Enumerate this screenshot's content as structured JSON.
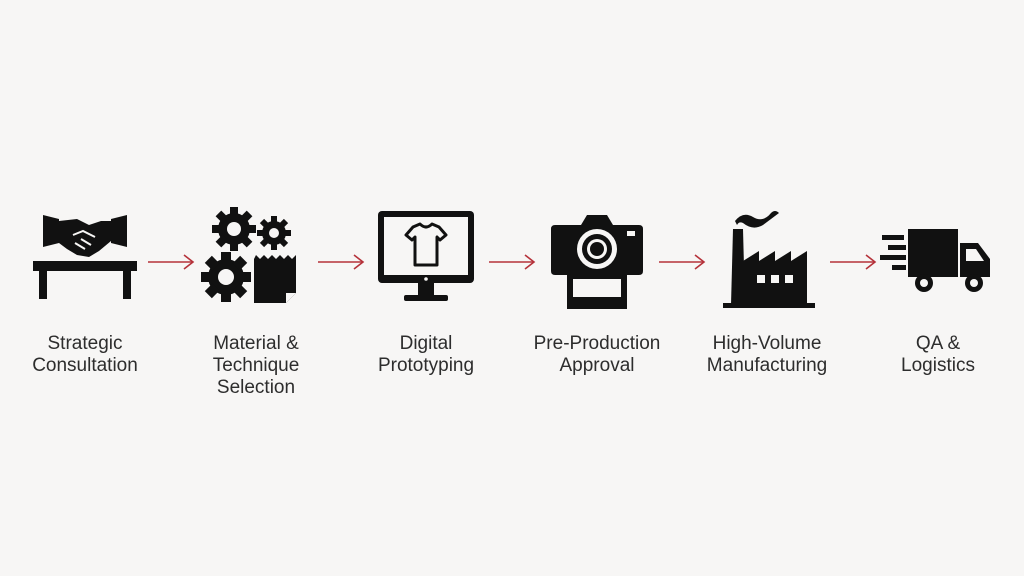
{
  "accent_color": "#b5323a",
  "icon_color": "#111111",
  "steps": [
    {
      "icon": "handshake-table-icon",
      "label_lines": [
        "Strategic",
        "Consultation"
      ]
    },
    {
      "icon": "gears-fabric-icon",
      "label_lines": [
        "Material &",
        "Technique",
        "Selection"
      ]
    },
    {
      "icon": "monitor-tshirt-icon",
      "label_lines": [
        "Digital",
        "Prototyping"
      ]
    },
    {
      "icon": "camera-photo-icon",
      "label_lines": [
        "Pre-Production",
        "Approval"
      ]
    },
    {
      "icon": "factory-icon",
      "label_lines": [
        "High-Volume",
        "Manufacturing"
      ]
    },
    {
      "icon": "delivery-truck-icon",
      "label_lines": [
        "QA &",
        "Logistics"
      ]
    }
  ]
}
